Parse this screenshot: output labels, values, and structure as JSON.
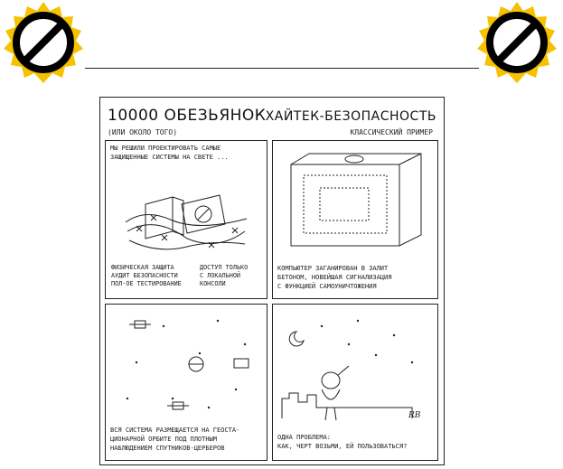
{
  "comic": {
    "title_left": "10000 ОБЕЗЬЯНОК",
    "title_right": "ХАЙТЕК-БЕЗОПАСНОСТЬ",
    "subtitle_left": "(ИЛИ ОКОЛО ТОГО)",
    "subtitle_right": "КЛАССИЧЕСКИЙ ПРИМЕР",
    "panel1": {
      "caption": "МЫ РЕШИЛИ ПРОЕКТИРОВАТЬ САМЫЕ\nЗАЩИЩЕННЫЕ СИСТЕМЫ НА СВЕТЕ ...",
      "bullets_left": [
        "ФИЗИЧЕСКАЯ ЗАЩИТА",
        "АУДИТ БЕЗОПАСНОСТИ",
        "ПОЛ-ОЕ ТЕСТИРОВАНИЕ"
      ],
      "bullets_right": [
        "ДОСТУП ТОЛЬКО",
        "С ЛОКАЛЬНОЙ",
        "КОНСОЛИ"
      ]
    },
    "panel2": {
      "caption": "КОМПЬЮТЕР ЗАГАНИРОВАН В ЗАЛИТ\nБЕТОНОМ, НОВЕЙШАЯ СИГНАЛИЗАЦИЯ\nС ФУНКЦИЕЙ САМОУНИЧТОЖЕНИЯ"
    },
    "panel3": {
      "caption": "ВСЯ СИСТЕМА РАЗМЕЩАЕТСЯ НА ГЕОСТА-\nЦИОНАРНОЙ ОРБИТЕ ПОД ПЛОТНЫМ\nНАБЛЮДЕНИЕМ СПУТНИКОВ-ЦЕРБЕРОВ"
    },
    "panel4": {
      "caption": "ОДНА ПРОБЛЕМА:\nКАК, ЧЕРТ ВОЗЬМИ, ЕЙ ПОЛЬЗОВАТЬСЯ?",
      "signature": "RB"
    }
  }
}
